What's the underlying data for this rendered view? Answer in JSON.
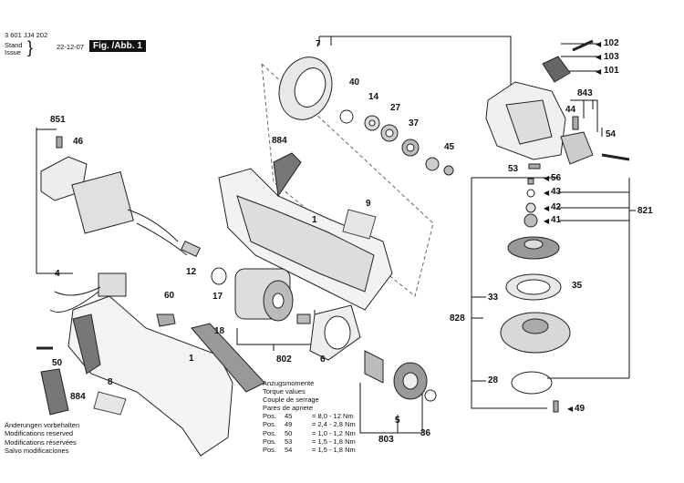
{
  "header": {
    "doc_number": "3 601 JJ4 202",
    "stand_label": "Stand",
    "issue_label": "Issue",
    "date": "22-12-07",
    "fig_label": "Fig. /Abb. 1"
  },
  "torque": {
    "title_lines": [
      "Anzugsmomente",
      "Torque values",
      "Couple de serrage",
      "Pares de apriete"
    ],
    "rows": [
      {
        "pos": "Pos.",
        "part": "45",
        "value": "= 8,0 - 12  Nm"
      },
      {
        "pos": "Pos.",
        "part": "49",
        "value": "= 2,4 - 2,8 Nm"
      },
      {
        "pos": "Pos.",
        "part": "50",
        "value": "= 1,0 - 1,2 Nm"
      },
      {
        "pos": "Pos.",
        "part": "53",
        "value": "= 1,5 - 1,8 Nm"
      },
      {
        "pos": "Pos.",
        "part": "54",
        "value": "= 1,5 - 1,8 Nm"
      }
    ]
  },
  "notes": [
    "Änderungen vorbehalten",
    "Modifications reserved",
    "Modifications réservées",
    "Salvo modificaciones"
  ],
  "callouts": {
    "c7": "7",
    "c40": "40",
    "c14": "14",
    "c27": "27",
    "c37": "37",
    "c45": "45",
    "c102": "102",
    "c103": "103",
    "c101": "101",
    "c843": "843",
    "c44": "44",
    "c54": "54",
    "c851": "851",
    "c46": "46",
    "c884a": "884",
    "c9": "9",
    "c1a": "1",
    "c53": "53",
    "c56": "56",
    "c43": "43",
    "c42": "42",
    "c41": "41",
    "c821": "821",
    "c4": "4",
    "c12": "12",
    "c35": "35",
    "c33": "33",
    "c17": "17",
    "c60": "60",
    "c18": "18",
    "c828": "828",
    "c1b": "1",
    "c802": "802",
    "c6": "6",
    "c50": "50",
    "c8": "8",
    "c884b": "884",
    "c28": "28",
    "c49": "49",
    "c5": "5",
    "c36": "36",
    "c803": "803"
  }
}
